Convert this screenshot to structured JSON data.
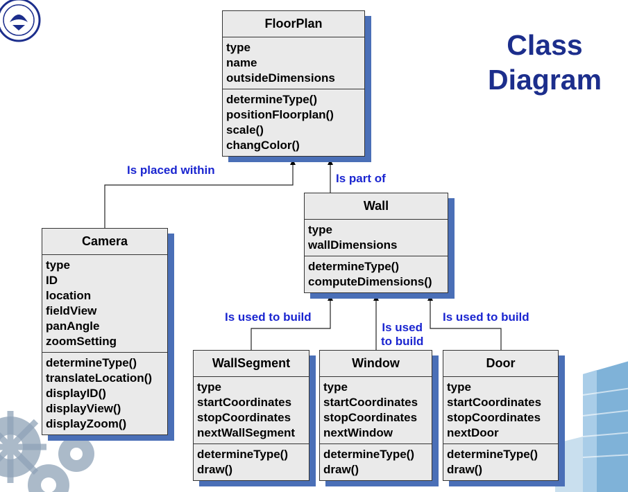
{
  "title": [
    "Class",
    "Diagram"
  ],
  "classes": {
    "floorplan": {
      "name": "FloorPlan",
      "attributes": [
        "type",
        "name",
        "outsideDimensions"
      ],
      "methods": [
        "determineType()",
        "positionFloorplan()",
        "scale()",
        "changColor()"
      ]
    },
    "wall": {
      "name": "Wall",
      "attributes": [
        "type",
        "wallDimensions"
      ],
      "methods": [
        "determineType()",
        "computeDimensions()"
      ]
    },
    "camera": {
      "name": "Camera",
      "attributes": [
        "type",
        "ID",
        "location",
        "fieldView",
        "panAngle",
        "zoomSetting"
      ],
      "methods": [
        "determineType()",
        "translateLocation()",
        "displayID()",
        "displayView()",
        "displayZoom()"
      ]
    },
    "wallsegment": {
      "name": "WallSegment",
      "attributes": [
        "type",
        "startCoordinates",
        "stopCoordinates",
        "nextWallSegment"
      ],
      "methods": [
        "determineType()",
        "draw()"
      ]
    },
    "window": {
      "name": "Window",
      "attributes": [
        "type",
        "startCoordinates",
        "stopCoordinates",
        "nextWindow"
      ],
      "methods": [
        "determineType()",
        "draw()"
      ]
    },
    "door": {
      "name": "Door",
      "attributes": [
        "type",
        "startCoordinates",
        "stopCoordinates",
        "nextDoor"
      ],
      "methods": [
        "determineType()",
        "draw()"
      ]
    }
  },
  "relations": {
    "placed_within": "Is placed within",
    "part_of": "Is part of",
    "used_to_build_segment": "Is used to build",
    "used_to_build_window": [
      "Is used",
      "to build"
    ],
    "used_to_build_door": "Is used to build"
  },
  "colors": {
    "title": "#1c2e8c",
    "relation_label": "#1a25d0",
    "box_fill": "#eaeaea",
    "box_shadow": "#4a6fb7"
  }
}
